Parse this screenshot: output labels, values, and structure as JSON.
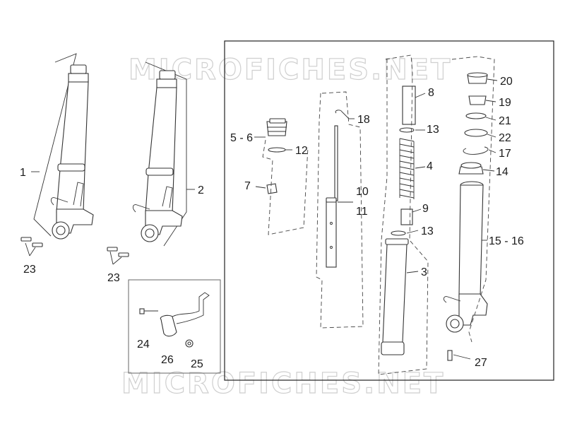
{
  "watermark": "MICROFICHES.NET",
  "labels": {
    "l1": "1",
    "l2": "2",
    "l3": "3",
    "l4": "4",
    "l56": "5 - 6",
    "l7": "7",
    "l8": "8",
    "l9": "9",
    "l1011a": "10",
    "l1011b": "11",
    "l12": "12",
    "l13a": "13",
    "l13b": "13",
    "l14": "14",
    "l1516": "15 - 16",
    "l17": "17",
    "l18": "18",
    "l19": "19",
    "l20": "20",
    "l21": "21",
    "l22": "22",
    "l23a": "23",
    "l23b": "23",
    "l24": "24",
    "l25": "25",
    "l26": "26",
    "l27": "27"
  }
}
